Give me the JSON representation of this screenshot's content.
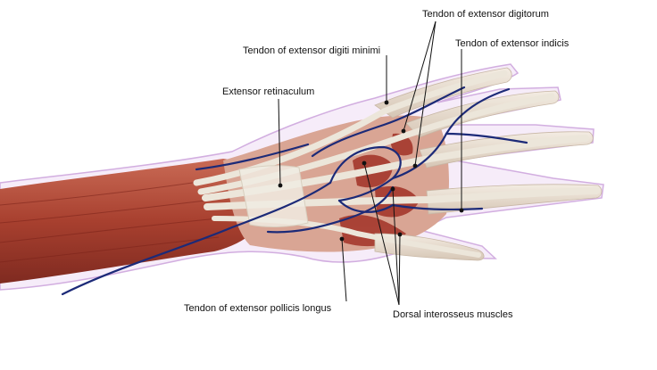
{
  "labels": {
    "extensor_digitorum": "Tendon of extensor digitorum",
    "extensor_digiti_minimi": "Tendon of extensor digiti minimi",
    "extensor_indicis": "Tendon of extensor indicis",
    "extensor_retinaculum": "Extensor retinaculum",
    "extensor_pollicis_longus": "Tendon of extensor pollicis longus",
    "dorsal_interosseus": "Dorsal interosseus muscles"
  },
  "colors": {
    "muscle": "#b24a3a",
    "muscle_dark": "#8e2f25",
    "skin_outline": "#d9b8e6",
    "tendon": "#e9e3d6",
    "vein": "#1c2a78",
    "leader_line": "#111111",
    "background": "#ffffff"
  }
}
